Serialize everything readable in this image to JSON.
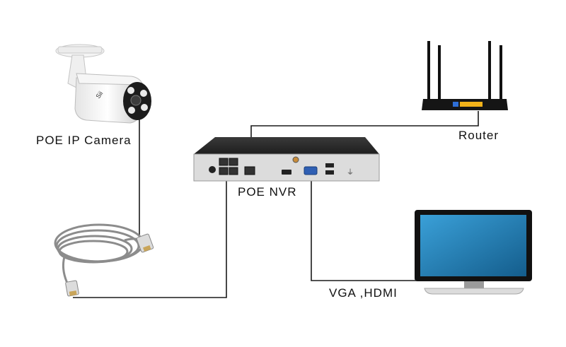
{
  "labels": {
    "camera": "POE IP Camera",
    "router": "Router",
    "nvr": "POE NVR",
    "video_out": "VGA ,HDMI"
  },
  "camera_brand": "Sii",
  "colors": {
    "cable_line": "#1a1a1a",
    "nvr_body": "#2b2b2b",
    "nvr_face": "#dcdcdc",
    "router_body": "#151515",
    "router_ports": "#f2b21a",
    "router_wan": "#2f6fd6",
    "monitor_screen": "#1f7fb8",
    "patch_cable": "#8a8a8a"
  }
}
